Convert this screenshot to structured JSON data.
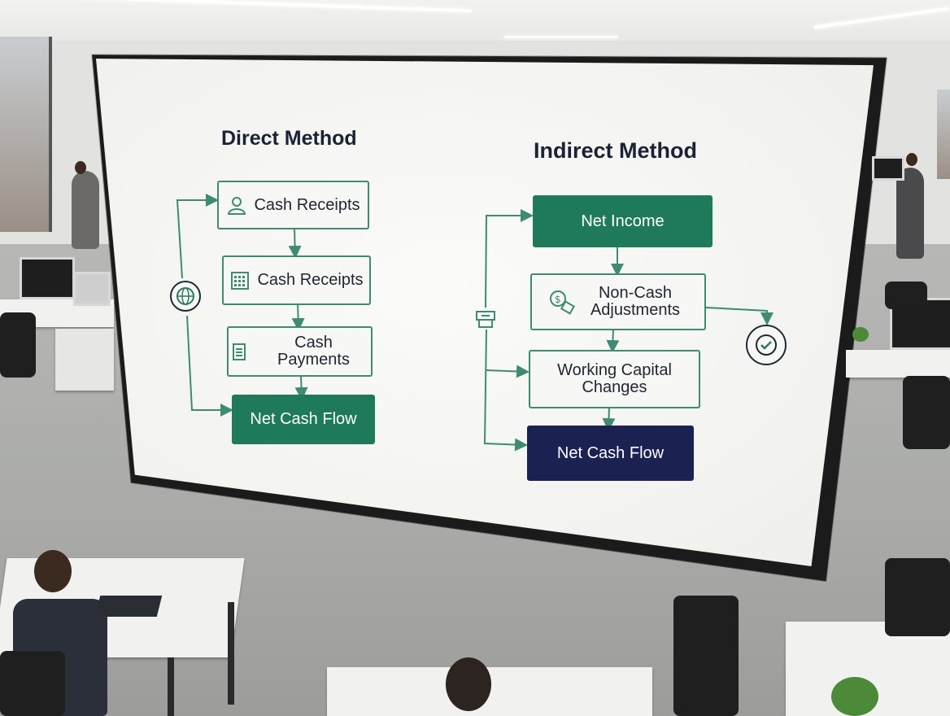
{
  "scene": "Open-plan office with a large wall display showing a cash flow methods diagram",
  "display": {
    "direct": {
      "title": "Direct Method",
      "steps": [
        "Cash Receipts",
        "Cash Receipts",
        "Cash Payments"
      ],
      "result": "Net Cash Flow"
    },
    "indirect": {
      "title": "Indirect Method",
      "start": "Net Income",
      "step1": "Non-Cash Adjustments",
      "step2": "Working Capital Changes",
      "result": "Net Cash Flow"
    }
  },
  "icons": [
    "user-icon",
    "calculator-icon",
    "clipboard-icon",
    "globe-icon",
    "money-tag-icon",
    "register-icon",
    "check-circle-icon"
  ],
  "colors": {
    "green": "#1f7a5c",
    "navy": "#1b2150",
    "connector": "#3f8a72"
  }
}
